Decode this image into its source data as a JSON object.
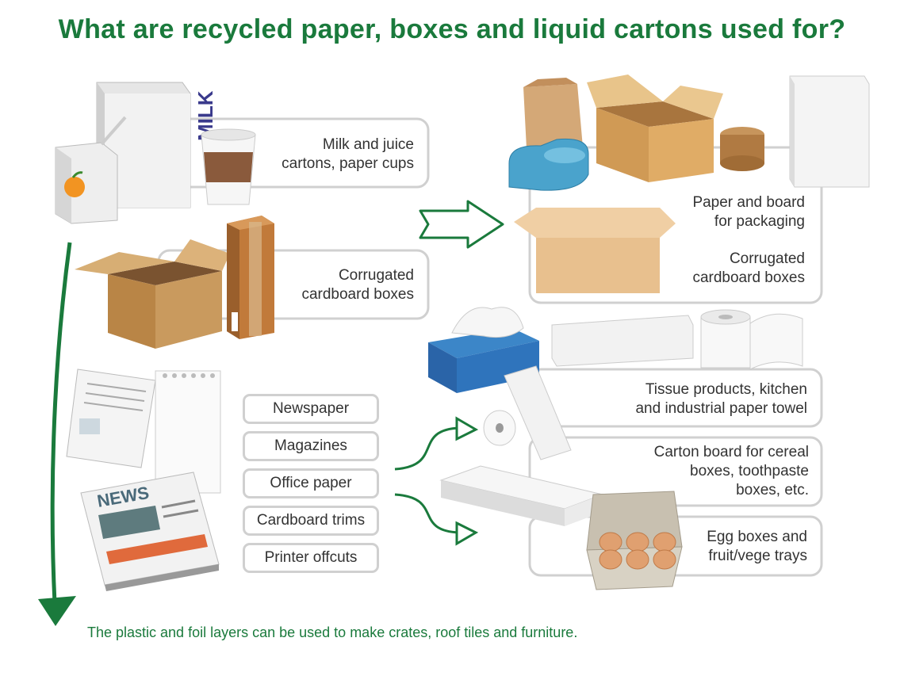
{
  "title": "What are recycled paper, boxes and liquid cartons used for?",
  "inputs": {
    "milk": {
      "line1": "Milk and juice",
      "line2": "cartons, paper cups"
    },
    "corrugated": {
      "line1": "Corrugated",
      "line2": "cardboard boxes"
    },
    "paper_types": [
      "Newspaper",
      "Magazines",
      "Office paper",
      "Cardboard trims",
      "Printer offcuts"
    ]
  },
  "outputs": {
    "packaging": {
      "line1": "Paper and board",
      "line2": "for packaging"
    },
    "corrugated": {
      "line1": "Corrugated",
      "line2": "cardboard boxes"
    },
    "tissue": {
      "line1": "Tissue products, kitchen",
      "line2": "and industrial paper towel"
    },
    "carton": {
      "line1": "Carton board for cereal",
      "line2": "boxes, toothpaste",
      "line3": "boxes, etc."
    },
    "egg": {
      "line1": "Egg boxes and",
      "line2": "fruit/vege trays"
    }
  },
  "milk_carton_text": "MILK",
  "news_text": "NEWS",
  "footer": "The plastic and foil layers can be used to make crates, roof tiles and furniture.",
  "colors": {
    "accent_green": "#1a7a3c",
    "outline_gray": "#d0d0d0",
    "cardboard": "#c9935a"
  }
}
